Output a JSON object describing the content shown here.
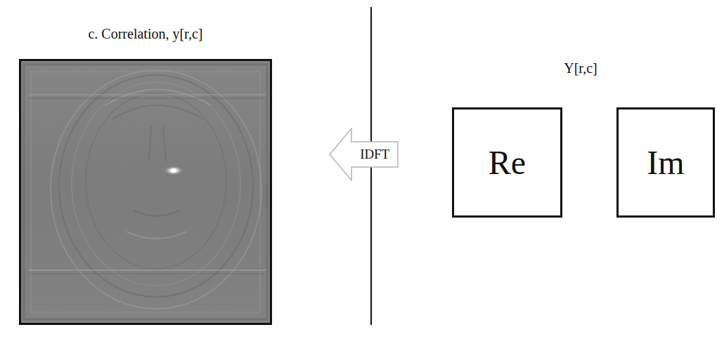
{
  "diagram": {
    "nodes": [
      {
        "text": [
          "c. Correlation, y[r,c]"
        ]
      },
      {
        "text": [
          "IDFT"
        ]
      },
      {
        "text": [
          "Re"
        ]
      },
      {
        "text": [
          "Im"
        ]
      }
    ],
    "labels": [
      "Y[r,c]"
    ]
  }
}
